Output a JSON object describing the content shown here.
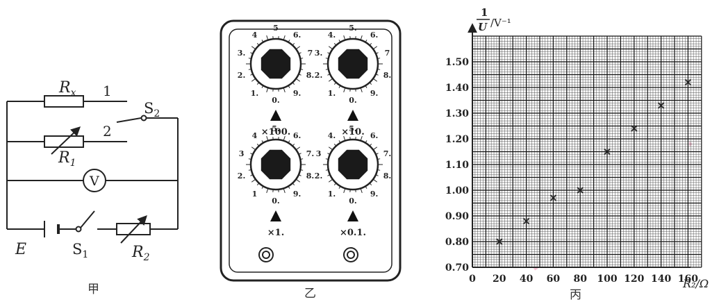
{
  "panels": {
    "jia": {
      "caption": "甲",
      "labels": {
        "Rx_main": "R",
        "Rx_sub": "x",
        "R1_main": "R",
        "R1_sub": "1",
        "R2_main": "R",
        "R2_sub": "2",
        "E": "E",
        "S1_main": "S",
        "S1_sub": "1",
        "S2_main": "S",
        "S2_sub": "2",
        "V": "V",
        "contact1": "1",
        "contact2": "2"
      }
    },
    "yi": {
      "caption": "乙",
      "dials": [
        {
          "multiplier": "×100.",
          "digits": [
            "0.",
            "1.",
            "2.",
            "3.",
            "4",
            "5",
            "6.",
            "7",
            "8.",
            "9."
          ]
        },
        {
          "multiplier": "×10.",
          "digits": [
            "0.",
            "1.",
            "2.",
            "3.",
            "4.",
            "5.",
            "6.",
            "7",
            "8.",
            "9."
          ]
        },
        {
          "multiplier": "×1.",
          "digits": [
            "0.",
            "1",
            "2.",
            "3",
            "4",
            "5.",
            "6.",
            "7.",
            "8.",
            "9."
          ]
        },
        {
          "multiplier": "×0.1.",
          "digits": [
            "0.",
            "1.",
            "2.",
            "3",
            "4.",
            "5.",
            "6.",
            "7.",
            "8.",
            "9."
          ]
        }
      ]
    },
    "bing": {
      "caption": "丙",
      "ylabel_num": "1",
      "ylabel_den": "U",
      "ylabel_unit": "/V⁻¹",
      "xlabel": "R₂/Ω"
    }
  },
  "chart_data": {
    "type": "scatter",
    "title": "",
    "xlabel": "R₂/Ω",
    "ylabel": "1/U /V⁻¹",
    "xlim": [
      0,
      170
    ],
    "ylim": [
      0.7,
      1.6
    ],
    "xticks": [
      "0",
      "20",
      "40",
      "60",
      "80",
      "100",
      "120",
      "140",
      "160"
    ],
    "yticks": [
      "0.70",
      "0.80",
      "0.90",
      "1.00",
      "1.10",
      "1.20",
      "1.30",
      "1.40",
      "1.50"
    ],
    "grid": true,
    "marker": "×",
    "points": [
      {
        "x": 20,
        "y": 0.8
      },
      {
        "x": 40,
        "y": 0.88
      },
      {
        "x": 60,
        "y": 0.97
      },
      {
        "x": 80,
        "y": 1.0
      },
      {
        "x": 100,
        "y": 1.15
      },
      {
        "x": 120,
        "y": 1.24
      },
      {
        "x": 140,
        "y": 1.33
      },
      {
        "x": 160,
        "y": 1.42
      }
    ]
  }
}
